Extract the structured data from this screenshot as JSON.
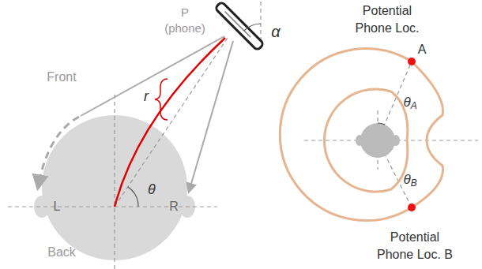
{
  "diagram": {
    "labels": [
      "P (phone)",
      "α",
      "Front",
      "Potential Phone Loc.",
      "A",
      "r",
      "θ",
      "θA",
      "L",
      "R",
      "θB",
      "Back",
      "Potential Phone Loc. B"
    ]
  }
}
